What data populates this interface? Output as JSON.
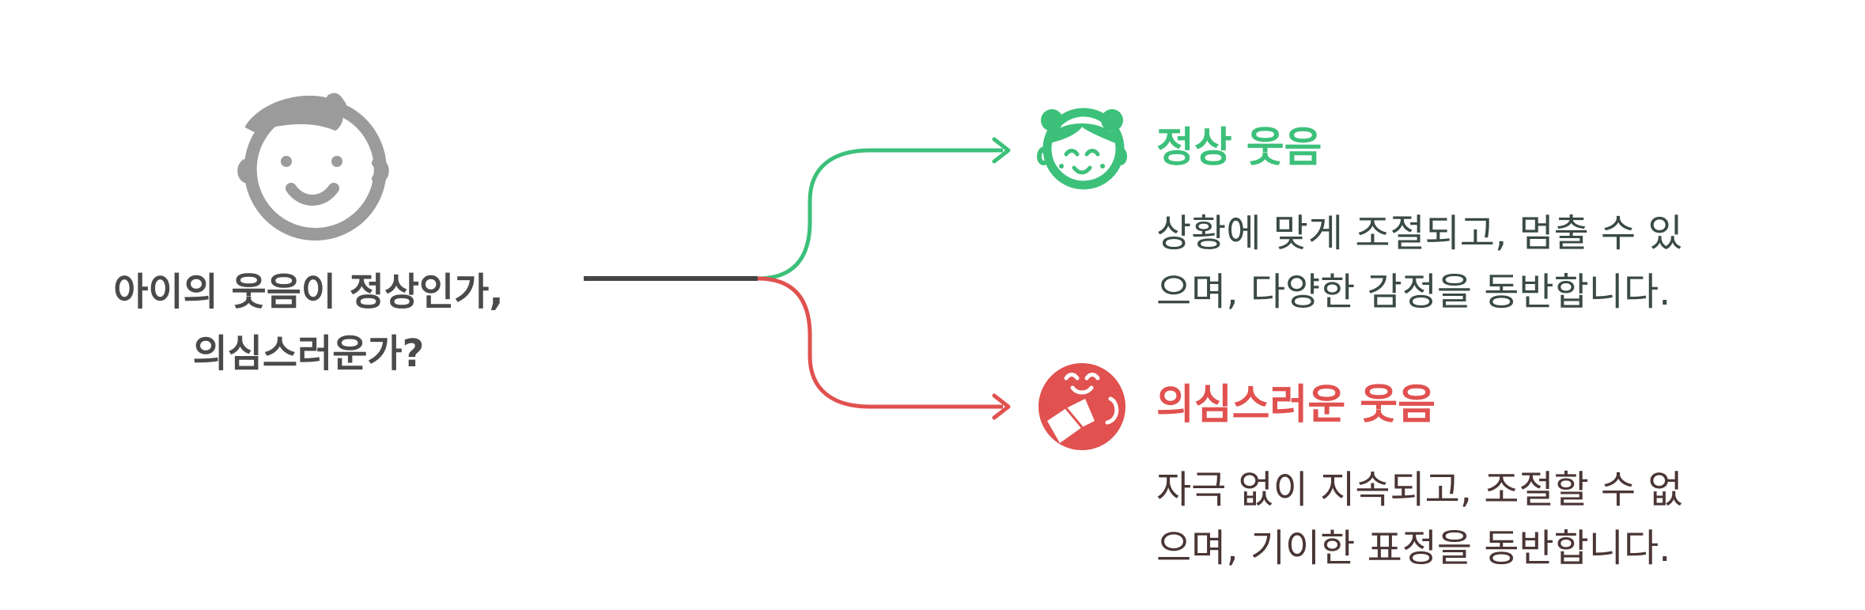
{
  "question": {
    "line1": "아이의 웃음이 정상인가,",
    "line2": "의심스러운가?"
  },
  "branches": [
    {
      "title": "정상 웃음",
      "desc_line1": "상황에 맞게 조절되고, 멈출 수 있",
      "desc_line2": "으며, 다양한 감정을 동반합니다.",
      "color": "#3cc07a",
      "icon": "girl-face-icon"
    },
    {
      "title": "의심스러운 웃음",
      "desc_line1": "자극 없이 지속되고, 조절할 수 없",
      "desc_line2": "으며, 기이한 표정을 동반합니다.",
      "color": "#e0514f",
      "icon": "smiling-face-with-book-icon"
    }
  ],
  "colors": {
    "trunk": "#444444",
    "baby_icon": "#9b9b9b"
  },
  "root_icon": "baby-face-icon"
}
